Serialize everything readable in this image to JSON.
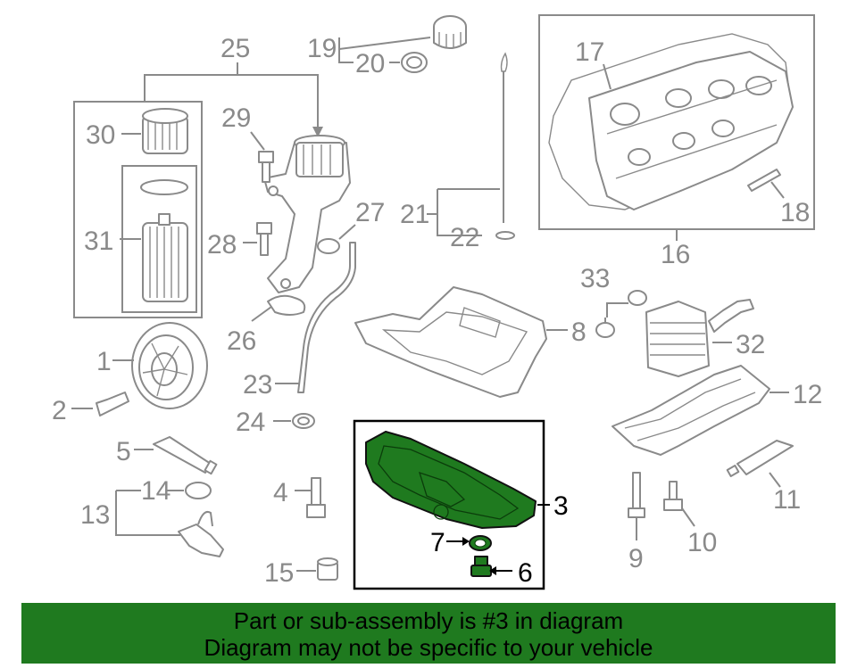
{
  "callouts": {
    "c1": "1",
    "c2": "2",
    "c3": "3",
    "c4": "4",
    "c5": "5",
    "c6": "6",
    "c7": "7",
    "c8": "8",
    "c9": "9",
    "c10": "10",
    "c11": "11",
    "c12": "12",
    "c13": "13",
    "c14": "14",
    "c15": "15",
    "c16": "16",
    "c17": "17",
    "c18": "18",
    "c19": "19",
    "c20": "20",
    "c21": "21",
    "c22": "22",
    "c23": "23",
    "c24": "24",
    "c25": "25",
    "c26": "26",
    "c27": "27",
    "c28": "28",
    "c29": "29",
    "c30": "30",
    "c31": "31",
    "c32": "32",
    "c33": "33"
  },
  "highlighted_part": "3",
  "colors": {
    "highlight": "#1f7a1f",
    "banner": "#1f7a1f",
    "callout": "#8a8a8a"
  },
  "banner": {
    "line1": "Part or sub-assembly is #3 in diagram",
    "line2": "Diagram may not be specific to your vehicle"
  }
}
